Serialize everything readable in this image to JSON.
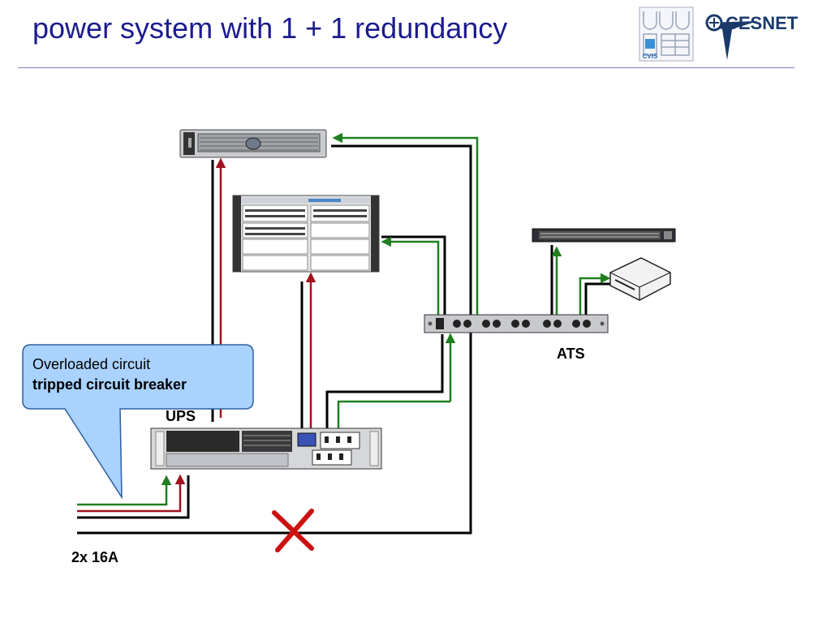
{
  "title": "power system with 1 + 1 redundancy",
  "callout": {
    "line1": "Overloaded circuit",
    "line2": "tripped circuit breaker"
  },
  "labels": {
    "ups": "UPS",
    "ats": "ATS",
    "feed": "2x 16A"
  },
  "logos": {
    "left_caption": "CVIS",
    "right_text": "CESNET"
  },
  "colors": {
    "title": "#1b1b8f",
    "cable_primary": "#a0131f",
    "cable_secondary": "#1f7f1f",
    "cable_black": "#000000",
    "callout_fill": "#a9d2ff",
    "callout_stroke": "#2f5f9f",
    "failure_mark": "#cc1111"
  },
  "icons": [
    "server-icon",
    "network-switch-icon",
    "rack-switch-icon",
    "desktop-box-icon",
    "power-strip-icon",
    "ups-icon",
    "failure-x-icon",
    "logo-cvis",
    "logo-cesnet"
  ]
}
